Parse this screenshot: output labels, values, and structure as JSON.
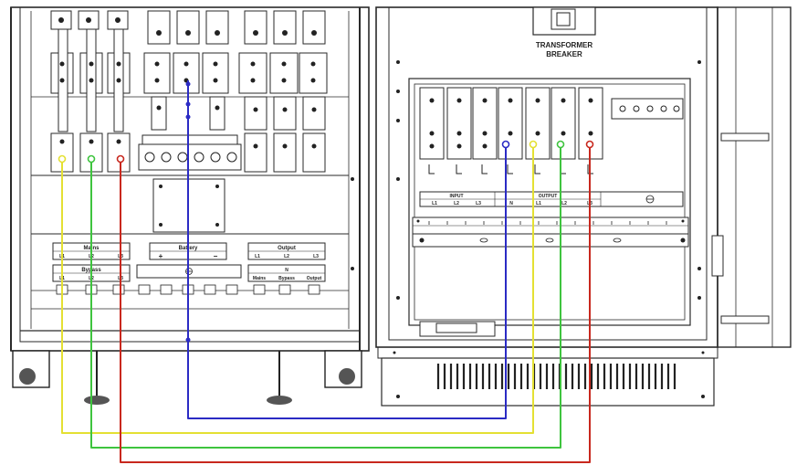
{
  "transformer": {
    "label_line1": "TRANSFORMER",
    "label_line2": "BREAKER"
  },
  "left_labels": {
    "mains": "Mains",
    "battery": "Battery",
    "output": "Output",
    "bypass": "Bypass",
    "battery_plus": "+",
    "battery_minus": "−",
    "l1": "L1",
    "l2": "L2",
    "l3": "L3",
    "n": "N",
    "n_mains": "Mains",
    "n_bypass": "Bypass",
    "n_output": "Output"
  },
  "right_labels": {
    "input": "INPUT",
    "output": "OUTPUT",
    "l1": "L1",
    "l2": "L2",
    "l3": "L3",
    "n": "N"
  },
  "wire_colors": {
    "neutral": "#2b2bc4",
    "phase_yellow": "#e4e033",
    "phase_green": "#3ec43e",
    "phase_red": "#c8281e"
  }
}
